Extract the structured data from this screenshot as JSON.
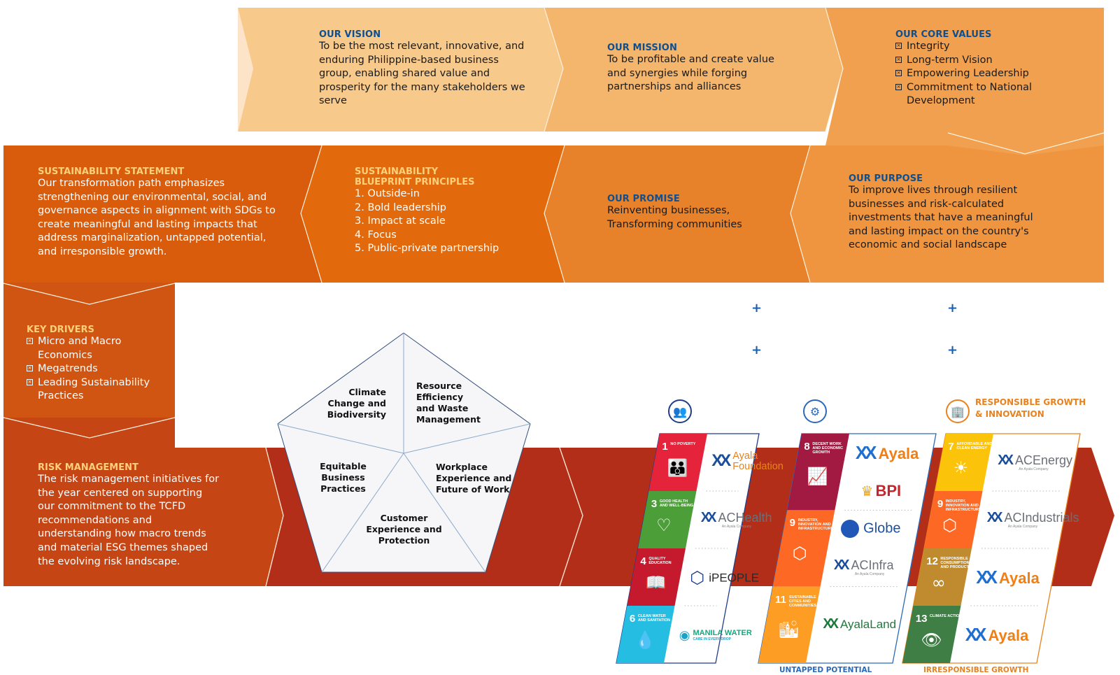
{
  "colors": {
    "vision_bg": "#f7c98a",
    "mission_bg": "#f4b56c",
    "core_values_bg": "#f0a04f",
    "statement_bg": "#d95c0d",
    "principles_bg": "#e36a0c",
    "promise_bg": "#e8822a",
    "purpose_bg": "#ef9540",
    "drivers_bg": "#d05412",
    "risk_bg": "#c54514",
    "arrow_bg": "#b32e18",
    "heading_blue": "#0f4f8f",
    "heading_yellow": "#ffd07a",
    "accent_orange": "#e8821e"
  },
  "vision": {
    "title": "OUR VISION",
    "text": "To be the most relevant, innovative, and enduring Philippine-based business group, enabling shared value and prosperity for the many stakeholders we serve"
  },
  "mission": {
    "title": "OUR MISSION",
    "text": "To be profitable and create value and synergies while forging partnerships and alliances"
  },
  "core_values": {
    "title": "OUR CORE VALUES",
    "items": [
      "Integrity",
      "Long-term Vision",
      "Empowering Leadership",
      "Commitment to National Development"
    ]
  },
  "sustainability_statement": {
    "title": "SUSTAINABILITY STATEMENT",
    "text": "Our transformation path emphasizes strengthening our environmental, social, and governance aspects in alignment with SDGs to create meaningful and lasting impacts that address marginalization, untapped potential, and irresponsible growth."
  },
  "blueprint_principles": {
    "title_line1": "SUSTAINABILITY",
    "title_line2": "BLUEPRINT PRINCIPLES",
    "items": [
      "1.  Outside-in",
      "2. Bold leadership",
      "3. Impact at scale",
      "4. Focus",
      "5. Public-private partnership"
    ]
  },
  "promise": {
    "title": "OUR PROMISE",
    "line1": "Reinventing businesses,",
    "line2": "Transforming communities"
  },
  "purpose": {
    "title": "OUR PURPOSE",
    "text": "To improve lives through resilient businesses and risk-calculated investments that have a meaningful and lasting impact on the country's economic and social landscape"
  },
  "key_drivers": {
    "title": "KEY DRIVERS",
    "items": [
      "Micro and Macro Economics",
      "Megatrends",
      "Leading Sustainability Practices"
    ]
  },
  "risk_management": {
    "title": "RISK MANAGEMENT",
    "text": "The risk management initiatives for the year centered on supporting our commitment to the TCFD recommendations and understanding how macro trends and material ESG themes shaped the evolving risk landscape."
  },
  "material_themes": [
    {
      "label": "Climate Change and Biodiversity"
    },
    {
      "label": "Resource Efficiency and Waste Management"
    },
    {
      "label": "Workplace Experience and Future of Work"
    },
    {
      "label": "Customer Experience and Protection"
    },
    {
      "label": "Equitable Business Practices"
    }
  ],
  "pillars": [
    {
      "icon": "people-group-icon",
      "heading": "",
      "footer": "",
      "accent": "#1f3d8a",
      "rows": [
        {
          "sdg_number": "1",
          "sdg_title": "No Poverty",
          "sdg_color": "#e5243b",
          "glyph": "👪",
          "companies": [
            {
              "name": "Ayala Foundation",
              "style": "ayala-foundation"
            }
          ]
        },
        {
          "sdg_number": "3",
          "sdg_title": "Good Health and Well-Being",
          "sdg_color": "#4c9f38",
          "glyph": "♡",
          "companies": [
            {
              "name": "ACHealth",
              "sub": "An Ayala Company",
              "style": "ac"
            }
          ]
        },
        {
          "sdg_number": "4",
          "sdg_title": "Quality Education",
          "sdg_color": "#c5192d",
          "glyph": "📖",
          "companies": [
            {
              "name": "iPEOPLE",
              "style": "ipeople"
            }
          ]
        },
        {
          "sdg_number": "6",
          "sdg_title": "Clean Water and Sanitation",
          "sdg_color": "#26bde2",
          "glyph": "💧",
          "companies": [
            {
              "name": "MANILA WATER",
              "sub": "CARE IN EVERY DROP",
              "style": "manila-water"
            }
          ]
        }
      ]
    },
    {
      "icon": "gear-clock-icon",
      "heading": "",
      "footer": "UNTAPPED POTENTIAL",
      "accent": "#2a6ab8",
      "rows": [
        {
          "sdg_number": "8",
          "sdg_title": "Decent Work and Economic Growth",
          "sdg_color": "#a21942",
          "glyph": "📈",
          "companies": [
            {
              "name": "Ayala",
              "style": "ayala"
            },
            {
              "name": "BPI",
              "style": "bpi"
            }
          ]
        },
        {
          "sdg_number": "9",
          "sdg_title": "Industry, Innovation and Infrastructure",
          "sdg_color": "#fd6925",
          "glyph": "⬡",
          "companies": [
            {
              "name": "Globe",
              "style": "globe"
            },
            {
              "name": "ACInfra",
              "sub": "An Ayala Company",
              "style": "ac"
            }
          ]
        },
        {
          "sdg_number": "11",
          "sdg_title": "Sustainable Cities and Communities",
          "sdg_color": "#fd9d24",
          "glyph": "🏙",
          "companies": [
            {
              "name": "AyalaLand",
              "style": "ayala-land"
            }
          ]
        }
      ]
    },
    {
      "icon": "building-leaf-icon",
      "heading": "RESPONSIBLE GROWTH & INNOVATION",
      "footer": "IRRESPONSIBLE GROWTH",
      "accent": "#e8821e",
      "rows": [
        {
          "sdg_number": "7",
          "sdg_title": "Affordable and Clean Energy",
          "sdg_color": "#fcc30b",
          "glyph": "☀",
          "companies": [
            {
              "name": "ACEnergy",
              "sub": "An Ayala Company",
              "style": "ac"
            }
          ]
        },
        {
          "sdg_number": "9",
          "sdg_title": "Industry, Innovation and Infrastructure",
          "sdg_color": "#fd6925",
          "glyph": "⬡",
          "companies": [
            {
              "name": "ACIndustrials",
              "sub": "An Ayala Company",
              "style": "ac"
            }
          ]
        },
        {
          "sdg_number": "12",
          "sdg_title": "Responsible Consumption and Production",
          "sdg_color": "#bf8b2e",
          "glyph": "∞",
          "companies": [
            {
              "name": "Ayala",
              "style": "ayala"
            }
          ]
        },
        {
          "sdg_number": "13",
          "sdg_title": "Climate Action",
          "sdg_color": "#3f7e44",
          "glyph": "👁",
          "companies": [
            {
              "name": "Ayala",
              "style": "ayala"
            }
          ]
        }
      ]
    }
  ],
  "plus_markers": [
    "+",
    "+",
    "+",
    "+"
  ]
}
